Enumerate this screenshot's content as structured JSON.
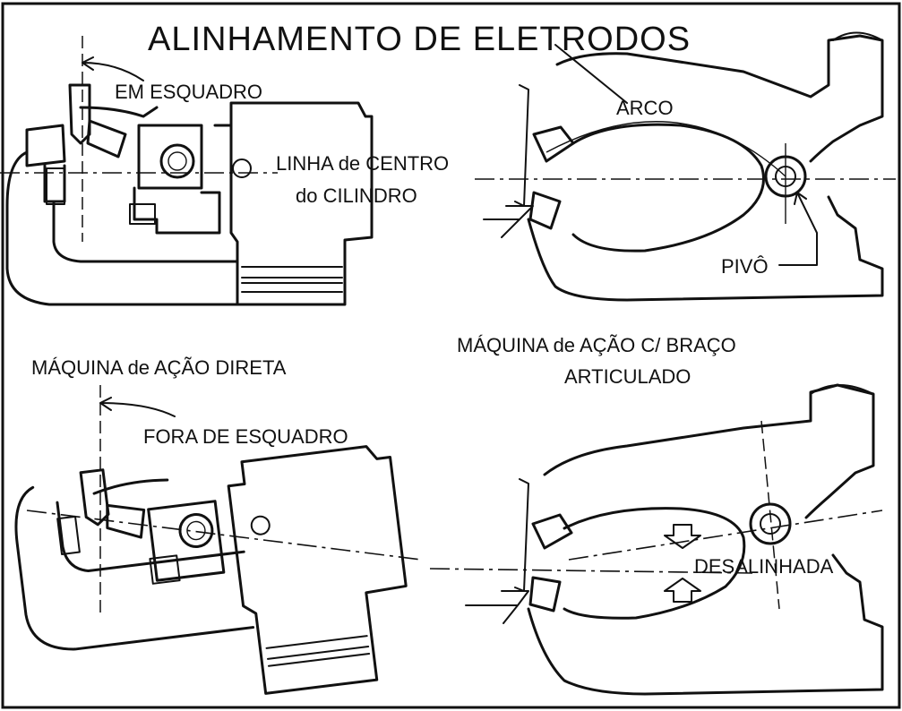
{
  "title": "ALINHAMENTO DE ELETRODOS",
  "panels": {
    "direct_square": {
      "label_square": "EM ESQUADRO",
      "label_centerline_1": "LINHA de CENTRO",
      "label_centerline_2": "do CILINDRO"
    },
    "pivot_aligned": {
      "label_arc": "ARCO",
      "label_pivot": "PIVÔ"
    },
    "direct_out_of_square": {
      "caption": "MÁQUINA de AÇÃO DIRETA",
      "label_out_of_square": "FORA DE ESQUADRO"
    },
    "pivot_misaligned": {
      "caption_1": "MÁQUINA de AÇÃO C/ BRAÇO",
      "caption_2": "ARTICULADO",
      "label_misaligned": "DESALINHADA"
    }
  }
}
